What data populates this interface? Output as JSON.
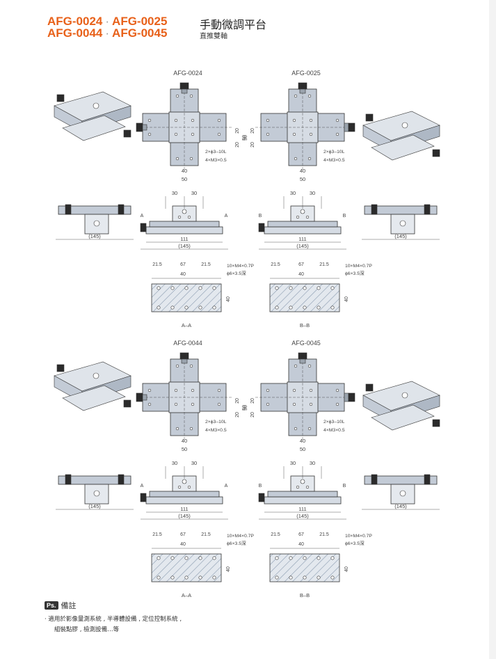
{
  "header": {
    "models_line1": [
      "AFG-0024",
      "AFG-0025"
    ],
    "models_line2": [
      "AFG-0044",
      "AFG-0045"
    ],
    "separator": "·",
    "title": "手動微調平台",
    "subtitle": "直推雙軸"
  },
  "drawings": [
    {
      "model": "AFG-0024",
      "section": "A–A",
      "mark": "A"
    },
    {
      "model": "AFG-0025",
      "section": "B–B",
      "mark": "B"
    },
    {
      "model": "AFG-0044",
      "section": "A–A",
      "mark": "A"
    },
    {
      "model": "AFG-0045",
      "section": "B–B",
      "mark": "B"
    }
  ],
  "dims": {
    "d20": "20",
    "d50": "50",
    "d40": "40",
    "d30": "30",
    "d111": "111",
    "d145": "(145)",
    "d145b": "(145)",
    "d21_5": "21.5",
    "d67": "67",
    "hole_note1": "2×ϕ3–10L",
    "hole_note2": "4×M3×0.5",
    "tap_note1": "10×M4×0.7P",
    "tap_note2": "ϕ6×3.5深"
  },
  "notes": {
    "badge": "Ps.",
    "title": "備註",
    "line1": "· 適用於影像量測系統 , 半導體設備 , 定位控制系統 ,",
    "line2": "組裝點膠 , 檢測設備…等"
  },
  "colors": {
    "accent": "#e8611a",
    "line": "#333333",
    "fill_body": "#d6dce4",
    "fill_top": "#c3cbd6",
    "hatch": "#8a9bb0"
  }
}
